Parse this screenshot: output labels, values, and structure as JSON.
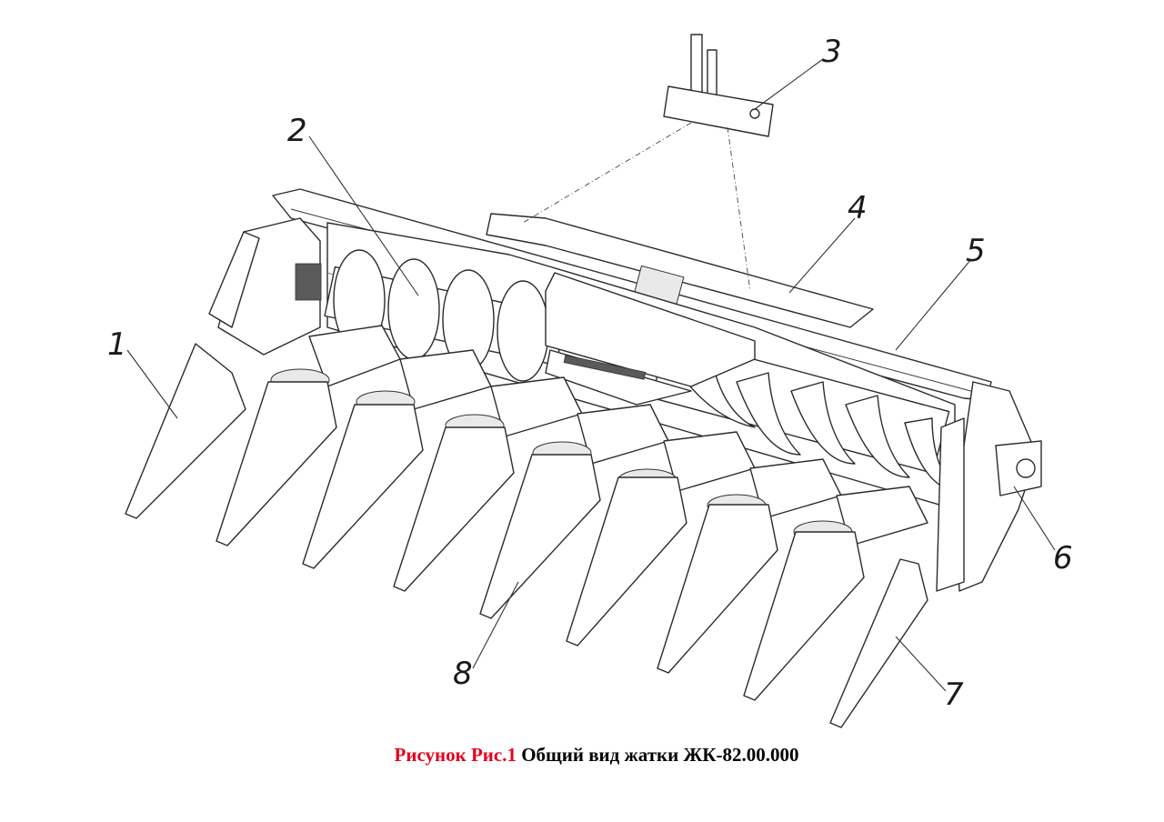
{
  "callouts": [
    "1",
    "2",
    "3",
    "4",
    "5",
    "6",
    "7",
    "8"
  ],
  "caption": {
    "prefix": "Рисунок Рис.1",
    "text": "Общий вид жатки ЖК-82.00.000",
    "prefix_color": "#e3001b"
  }
}
